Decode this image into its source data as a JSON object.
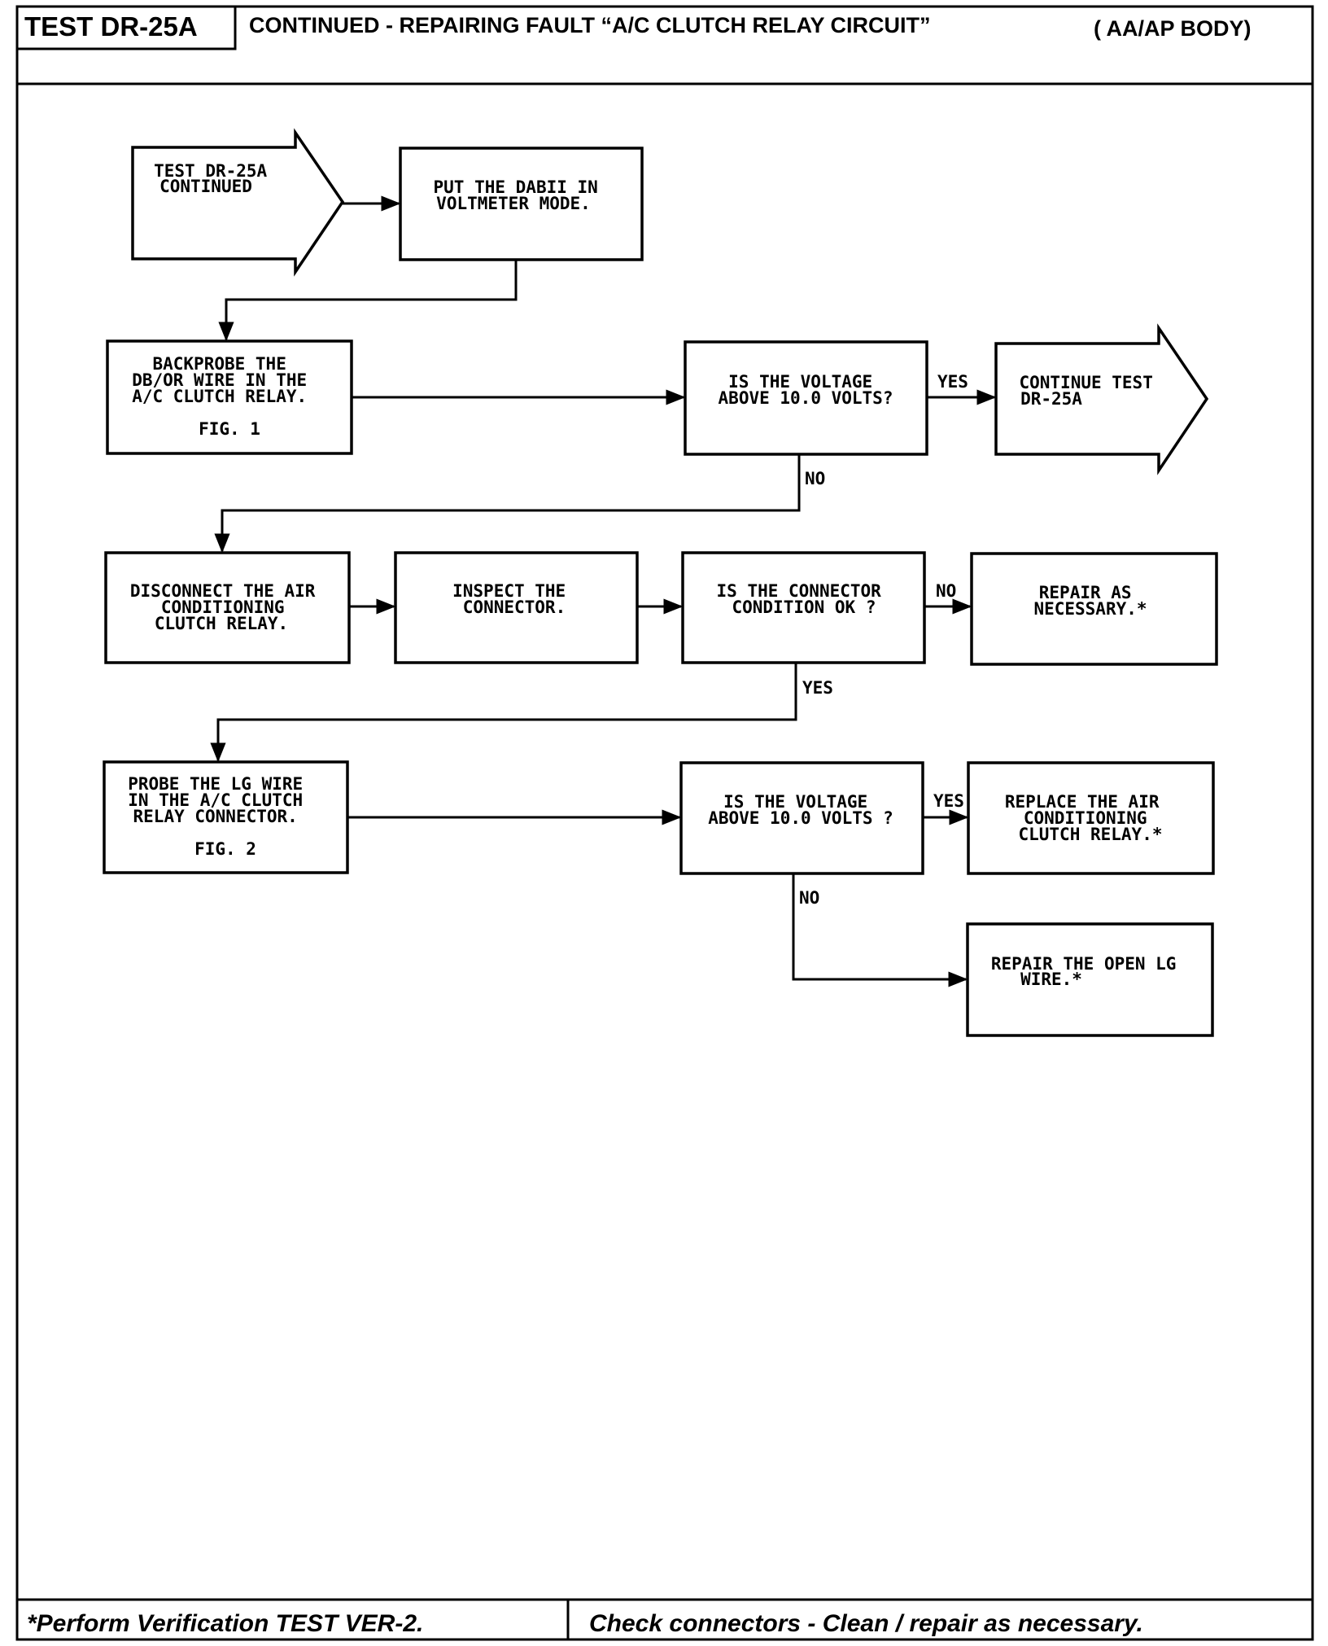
{
  "header": {
    "test_id": "TEST DR-25A",
    "title": "CONTINUED - REPAIRING FAULT “A/C CLUTCH RELAY CIRCUIT”",
    "body": "( AA/AP BODY)"
  },
  "flowchart": {
    "start": [
      "TEST DR-25A",
      "CONTINUED"
    ],
    "put_dabii": [
      "PUT THE DABII IN",
      "VOLTMETER MODE."
    ],
    "backprobe": [
      "BACKPROBE THE",
      "DB/OR WIRE IN THE",
      "A/C CLUTCH RELAY.",
      "FIG. 1"
    ],
    "voltage_q1": [
      "IS THE VOLTAGE",
      "ABOVE 10.0 VOLTS?"
    ],
    "continue_test": [
      "CONTINUE TEST",
      "DR-25A"
    ],
    "disconnect": [
      "DISCONNECT THE AIR",
      "CONDITIONING",
      "CLUTCH RELAY."
    ],
    "inspect": [
      "INSPECT THE",
      "CONNECTOR."
    ],
    "connector_q": [
      "IS THE CONNECTOR",
      "CONDITION OK ?"
    ],
    "repair_nec": [
      "REPAIR AS",
      "NECESSARY.*"
    ],
    "probe_lg": [
      "PROBE THE LG WIRE",
      "IN THE A/C CLUTCH",
      "RELAY CONNECTOR.",
      "FIG. 2"
    ],
    "voltage_q2": [
      "IS THE VOLTAGE",
      "ABOVE 10.0 VOLTS ?"
    ],
    "replace_relay": [
      "REPLACE THE AIR",
      "CONDITIONING",
      "CLUTCH RELAY.*"
    ],
    "repair_open": [
      "REPAIR THE OPEN LG",
      "WIRE.*"
    ],
    "labels": {
      "yes1": "YES",
      "no1": "NO",
      "no2": "NO",
      "yes2": "YES",
      "yes3": "YES",
      "no3": "NO"
    }
  },
  "footer": {
    "left": "*Perform Verification TEST VER-2.",
    "right": "Check connectors - Clean / repair as necessary."
  }
}
